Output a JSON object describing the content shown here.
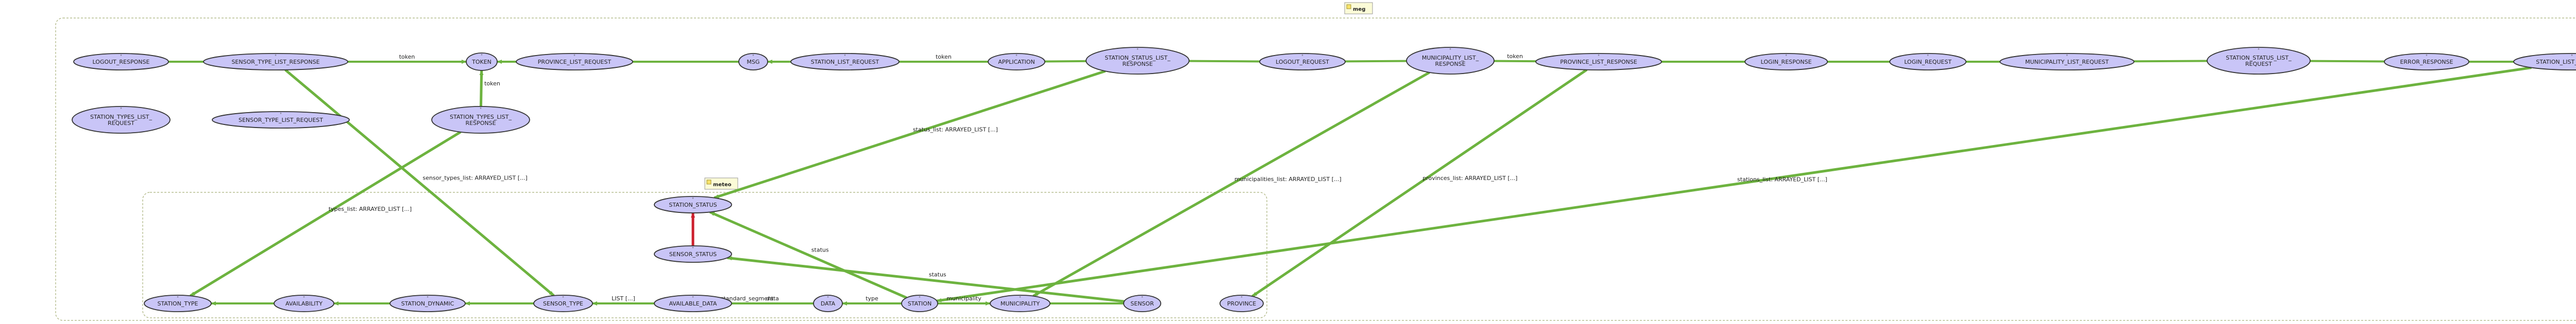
{
  "packages": {
    "outer": {
      "label": "meg"
    },
    "inner": {
      "label": "meteo"
    }
  },
  "nodes": [
    {
      "id": "LOGOUT_RESPONSE",
      "label": [
        "LOGOUT_RESPONSE"
      ]
    },
    {
      "id": "SENSOR_TYPE_LIST_RESPONSE",
      "label": [
        "SENSOR_TYPE_LIST_RESPONSE"
      ]
    },
    {
      "id": "TOKEN",
      "label": [
        "TOKEN"
      ]
    },
    {
      "id": "PROVINCE_LIST_REQUEST",
      "label": [
        "PROVINCE_LIST_REQUEST"
      ]
    },
    {
      "id": "MSG",
      "label": [
        "MSG"
      ]
    },
    {
      "id": "STATION_LIST_REQUEST",
      "label": [
        "STATION_LIST_REQUEST"
      ]
    },
    {
      "id": "APPLICATION",
      "label": [
        "APPLICATION"
      ]
    },
    {
      "id": "STATION_STATUS_LIST_RESPONSE",
      "label": [
        "STATION_STATUS_LIST_",
        "RESPONSE"
      ]
    },
    {
      "id": "LOGOUT_REQUEST",
      "label": [
        "LOGOUT_REQUEST"
      ]
    },
    {
      "id": "MUNICIPALITY_LIST_RESPONSE",
      "label": [
        "MUNICIPALITY_LIST_",
        "RESPONSE"
      ]
    },
    {
      "id": "PROVINCE_LIST_RESPONSE",
      "label": [
        "PROVINCE_LIST_RESPONSE"
      ]
    },
    {
      "id": "LOGIN_RESPONSE",
      "label": [
        "LOGIN_RESPONSE"
      ]
    },
    {
      "id": "LOGIN_REQUEST",
      "label": [
        "LOGIN_REQUEST"
      ]
    },
    {
      "id": "MUNICIPALITY_LIST_REQUEST",
      "label": [
        "MUNICIPALITY_LIST_REQUEST"
      ]
    },
    {
      "id": "STATION_STATUS_LIST_REQUEST",
      "label": [
        "STATION_STATUS_LIST_",
        "REQUEST"
      ]
    },
    {
      "id": "ERROR_RESPONSE",
      "label": [
        "ERROR_RESPONSE"
      ]
    },
    {
      "id": "STATION_LIST_RESPONSE",
      "label": [
        "STATION_LIST_RESPONSE"
      ]
    },
    {
      "id": "STATION_TYPES_LIST_REQUEST",
      "label": [
        "STATION_TYPES_LIST_",
        "REQUEST"
      ]
    },
    {
      "id": "SENSOR_TYPE_LIST_REQUEST",
      "label": [
        "SENSOR_TYPE_LIST_REQUEST"
      ]
    },
    {
      "id": "STATION_TYPES_LIST_RESPONSE",
      "label": [
        "STATION_TYPES_LIST_",
        "RESPONSE"
      ]
    },
    {
      "id": "STATION_STATUS",
      "label": [
        "STATION_STATUS"
      ]
    },
    {
      "id": "SENSOR_STATUS",
      "label": [
        "SENSOR_STATUS"
      ]
    },
    {
      "id": "STATION_TYPE",
      "label": [
        "STATION_TYPE"
      ]
    },
    {
      "id": "AVAILABILITY",
      "label": [
        "AVAILABILITY"
      ]
    },
    {
      "id": "STATION_DYNAMIC",
      "label": [
        "STATION_DYNAMIC"
      ]
    },
    {
      "id": "SENSOR_TYPE",
      "label": [
        "SENSOR_TYPE"
      ]
    },
    {
      "id": "AVAILABLE_DATA",
      "label": [
        "AVAILABLE_DATA"
      ]
    },
    {
      "id": "DATA",
      "label": [
        "DATA"
      ]
    },
    {
      "id": "STATION",
      "label": [
        "STATION"
      ]
    },
    {
      "id": "MUNICIPALITY",
      "label": [
        "MUNICIPALITY"
      ]
    },
    {
      "id": "SENSOR",
      "label": [
        "SENSOR"
      ]
    },
    {
      "id": "PROVINCE",
      "label": [
        "PROVINCE"
      ]
    }
  ],
  "edges": [
    {
      "from": "LOGOUT_RESPONSE",
      "to": "SENSOR_TYPE_LIST_RESPONSE",
      "label": "",
      "color": "green",
      "arrow": "none"
    },
    {
      "from": "SENSOR_TYPE_LIST_RESPONSE",
      "to": "TOKEN",
      "label": "token",
      "color": "green",
      "arrow": "end"
    },
    {
      "from": "PROVINCE_LIST_REQUEST",
      "to": "TOKEN",
      "label": "",
      "color": "green",
      "arrow": "end"
    },
    {
      "from": "MSG",
      "to": "PROVINCE_LIST_REQUEST",
      "label": "",
      "color": "green",
      "arrow": "none"
    },
    {
      "from": "STATION_LIST_REQUEST",
      "to": "MSG",
      "label": "",
      "color": "green",
      "arrow": "end"
    },
    {
      "from": "APPLICATION",
      "to": "STATION_LIST_REQUEST",
      "label": "token",
      "color": "green",
      "arrow": "none"
    },
    {
      "from": "STATION_STATUS_LIST_RESPONSE",
      "to": "APPLICATION",
      "label": "",
      "color": "green",
      "arrow": "none"
    },
    {
      "from": "LOGOUT_REQUEST",
      "to": "STATION_STATUS_LIST_RESPONSE",
      "label": "",
      "color": "green",
      "arrow": "none"
    },
    {
      "from": "MUNICIPALITY_LIST_RESPONSE",
      "to": "LOGOUT_REQUEST",
      "label": "",
      "color": "green",
      "arrow": "none"
    },
    {
      "from": "PROVINCE_LIST_RESPONSE",
      "to": "MUNICIPALITY_LIST_RESPONSE",
      "label": "token",
      "color": "green",
      "arrow": "none"
    },
    {
      "from": "LOGIN_RESPONSE",
      "to": "PROVINCE_LIST_RESPONSE",
      "label": "",
      "color": "green",
      "arrow": "none"
    },
    {
      "from": "LOGIN_REQUEST",
      "to": "LOGIN_RESPONSE",
      "label": "",
      "color": "green",
      "arrow": "none"
    },
    {
      "from": "MUNICIPALITY_LIST_REQUEST",
      "to": "LOGIN_REQUEST",
      "label": "",
      "color": "green",
      "arrow": "none"
    },
    {
      "from": "STATION_STATUS_LIST_REQUEST",
      "to": "MUNICIPALITY_LIST_REQUEST",
      "label": "",
      "color": "green",
      "arrow": "none"
    },
    {
      "from": "ERROR_RESPONSE",
      "to": "STATION_STATUS_LIST_REQUEST",
      "label": "",
      "color": "green",
      "arrow": "none"
    },
    {
      "from": "STATION_LIST_RESPONSE",
      "to": "ERROR_RESPONSE",
      "label": "",
      "color": "green",
      "arrow": "none"
    },
    {
      "from": "STATION_TYPES_LIST_RESPONSE",
      "to": "TOKEN",
      "label": "token",
      "color": "green",
      "arrow": "end"
    },
    {
      "from": "STATION_TYPES_LIST_RESPONSE",
      "to": "STATION_TYPE",
      "label": "types_list: ARRAYED_LIST [...]",
      "color": "green",
      "arrow": "end"
    },
    {
      "from": "SENSOR_TYPE_LIST_RESPONSE",
      "to": "SENSOR_TYPE",
      "label": "sensor_types_list: ARRAYED_LIST [...]",
      "color": "green",
      "arrow": "end"
    },
    {
      "from": "STATION_STATUS_LIST_RESPONSE",
      "to": "STATION_STATUS",
      "label": "status_list: ARRAYED_LIST [...]",
      "color": "green",
      "arrow": "end"
    },
    {
      "from": "MUNICIPALITY_LIST_RESPONSE",
      "to": "MUNICIPALITY",
      "label": "municipalities_list: ARRAYED_LIST [...]",
      "color": "green",
      "arrow": "end"
    },
    {
      "from": "PROVINCE_LIST_RESPONSE",
      "to": "PROVINCE",
      "label": "provinces_list: ARRAYED_LIST [...]",
      "color": "green",
      "arrow": "end"
    },
    {
      "from": "STATION_LIST_RESPONSE",
      "to": "STATION",
      "label": "stations_list: ARRAYED_LIST [...]",
      "color": "green",
      "arrow": "end"
    },
    {
      "from": "SENSOR_STATUS",
      "to": "STATION_STATUS",
      "label": "",
      "color": "red",
      "arrow": "end"
    },
    {
      "from": "STATION",
      "to": "STATION_STATUS",
      "label": "status",
      "color": "green",
      "arrow": "end"
    },
    {
      "from": "SENSOR",
      "to": "SENSOR_STATUS",
      "label": "status",
      "color": "green",
      "arrow": "end"
    },
    {
      "from": "AVAILABILITY",
      "to": "STATION_TYPE",
      "label": "",
      "color": "green",
      "arrow": "end"
    },
    {
      "from": "STATION_DYNAMIC",
      "to": "AVAILABILITY",
      "label": "",
      "color": "green",
      "arrow": "end"
    },
    {
      "from": "SENSOR_TYPE",
      "to": "STATION_DYNAMIC",
      "label": "",
      "color": "green",
      "arrow": "end"
    },
    {
      "from": "AVAILABLE_DATA",
      "to": "SENSOR_TYPE",
      "label": "LIST [...]",
      "color": "green",
      "arrow": "end"
    },
    {
      "from": "DATA",
      "to": "AVAILABLE_DATA",
      "label": "data",
      "color": "green",
      "arrow": "none"
    },
    {
      "from": "STATION",
      "to": "DATA",
      "label": "type",
      "color": "green",
      "arrow": "end"
    },
    {
      "from": "STATION",
      "to": "MUNICIPALITY",
      "label": "municipality",
      "color": "green",
      "arrow": "end"
    },
    {
      "from": "SENSOR",
      "to": "MUNICIPALITY",
      "label": "",
      "color": "green",
      "arrow": "none"
    },
    {
      "from": "STATION",
      "to": "SENSOR_TYPE",
      "label": "standard_segment",
      "color": "green",
      "arrow": "end"
    }
  ]
}
